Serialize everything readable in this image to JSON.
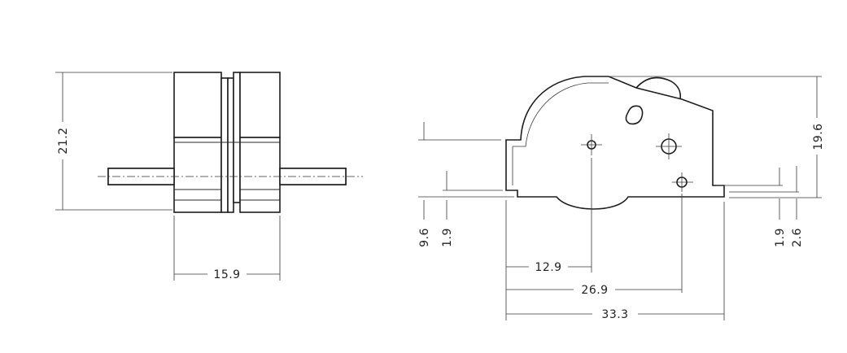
{
  "front_view": {
    "dims": {
      "height": "21.2",
      "width": "15.9"
    }
  },
  "side_view": {
    "dims": {
      "hole1_x": "12.9",
      "hole3_x": "26.9",
      "overall_length": "33.3",
      "overall_height": "19.6",
      "left_step_height": "9.6",
      "left_step_small": "1.9",
      "right_step_small": "1.9",
      "right_step_height": "2.6"
    }
  }
}
